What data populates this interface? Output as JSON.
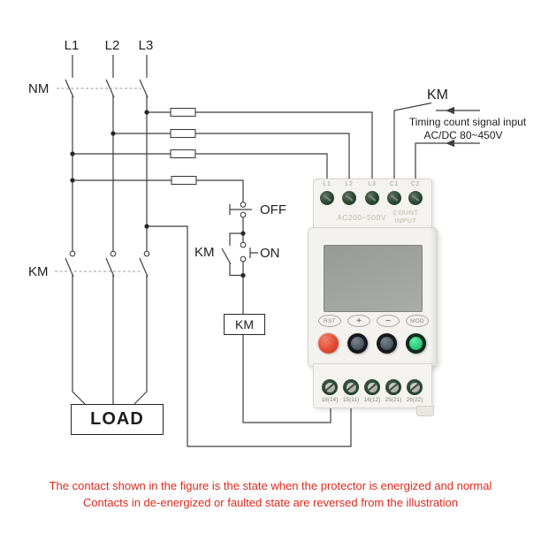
{
  "supply": {
    "phases": [
      "L1",
      "L2",
      "L3"
    ],
    "breaker_label": "NM"
  },
  "contactor": {
    "main_contacts_label": "KM",
    "aux_contact_label": "KM",
    "coil_label": "KM"
  },
  "control": {
    "off_button_label": "OFF",
    "on_button_label": "ON"
  },
  "load": {
    "label": "LOAD"
  },
  "count_input_circuit": {
    "switch_label": "KM",
    "note_line1": "Timing count signal input",
    "note_line2": "AC/DC 80~450V"
  },
  "device": {
    "top_terminals": [
      "L1",
      "L2",
      "L3",
      "C1",
      "C2"
    ],
    "voltage_range": "AC200~500V",
    "count_label_line1": "COUNT",
    "count_label_line2": "INPUT",
    "button_labels": [
      "RST",
      "+",
      "−",
      "MOD"
    ],
    "button_colors": {
      "rst": "#e34a33",
      "plus_minus": "#4a5260",
      "mod": "#25c471"
    },
    "terminal_color": "#274232",
    "bottom_terminals": [
      "18(14)",
      "15(11)",
      "16(12)",
      "25(21)",
      "26(22)"
    ]
  },
  "footer": {
    "line1": "The contact shown in the figure is the state when the protector is energized and normal",
    "line2": "Contacts in de-energized or faulted state are reversed from the illustration",
    "color": "#e0291e"
  }
}
